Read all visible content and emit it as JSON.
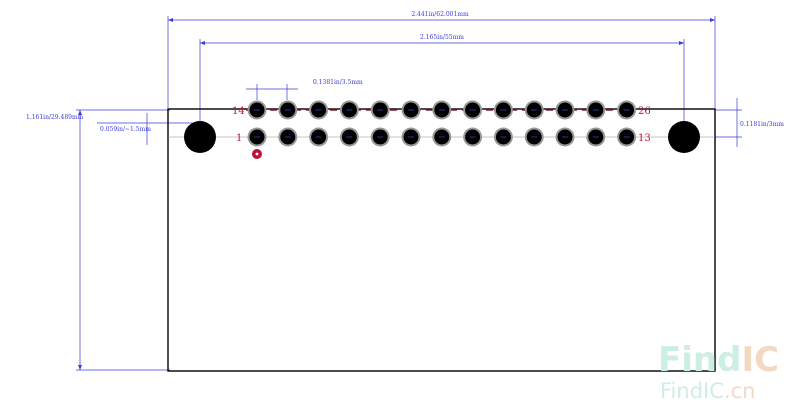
{
  "dimensions": {
    "overall_width": "2.441in/62.001mm",
    "pin_span": "2.165in/55mm",
    "pin_pitch": "0.1381in/3.5mm",
    "body_height": "1.161in/29.489mm",
    "hole_offset": "0.059in/~1.5mm",
    "row_pitch": "0.1181in/3mm"
  },
  "pin_labels": {
    "row_top_first": "14",
    "row_top_last": "26",
    "row_bottom_first": "1",
    "row_bottom_last": "13"
  },
  "watermark": {
    "logo_left": "Find",
    "logo_right": "IC",
    "url_left": "FindIC",
    "url_right": ".cn"
  },
  "colors": {
    "dimension": "#3b3bd6",
    "pin_label": "#c01238",
    "outline": "#000000",
    "pad_ring": "#999999",
    "silk": "#8b1a3a",
    "watermark_left": "#cdeee4",
    "watermark_right": "#f3d9c2"
  }
}
